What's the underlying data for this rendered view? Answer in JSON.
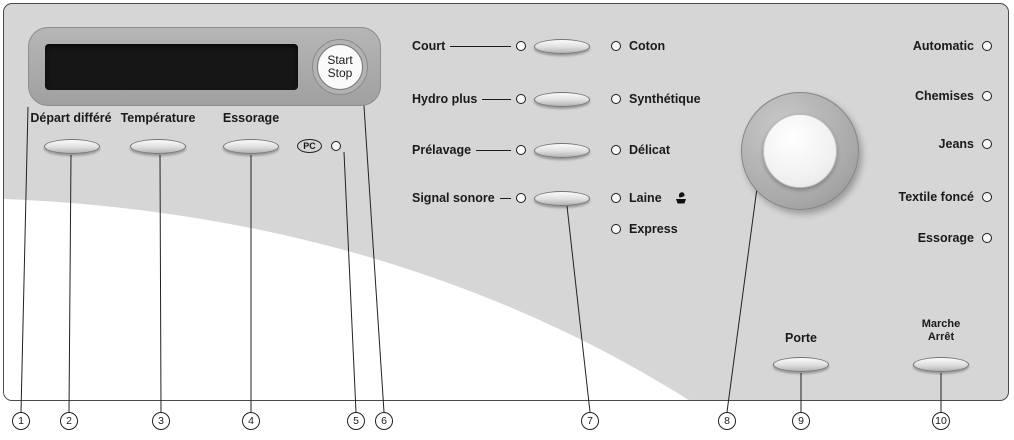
{
  "display": {
    "start_stop": {
      "line1": "Start",
      "line2": "Stop"
    }
  },
  "timer_buttons": [
    {
      "label": "Départ différé"
    },
    {
      "label": "Température"
    },
    {
      "label": "Essorage"
    }
  ],
  "pc_indicator": {
    "label": "PC"
  },
  "option_buttons": [
    {
      "label": "Court"
    },
    {
      "label": "Hydro plus"
    },
    {
      "label": "Prélavage"
    },
    {
      "label": "Signal sonore"
    }
  ],
  "fabric_programs": [
    {
      "label": "Coton"
    },
    {
      "label": "Synthétique"
    },
    {
      "label": "Délicat"
    },
    {
      "label": "Laine",
      "icon": "handwash-icon"
    },
    {
      "label": "Express"
    }
  ],
  "special_programs": [
    {
      "label": "Automatic"
    },
    {
      "label": "Chemises"
    },
    {
      "label": "Jeans"
    },
    {
      "label": "Textile foncé"
    },
    {
      "label": "Essorage"
    }
  ],
  "door_button": {
    "label": "Porte"
  },
  "power_button": {
    "line1": "Marche",
    "line2": "Arrêt"
  },
  "callouts": [
    "1",
    "2",
    "3",
    "4",
    "5",
    "6",
    "7",
    "8",
    "9",
    "10"
  ],
  "colors": {
    "panel_gray": "#d6d6d6",
    "housing_gray": "#a9a9a9",
    "display_black": "#161616",
    "outline": "#222222"
  }
}
